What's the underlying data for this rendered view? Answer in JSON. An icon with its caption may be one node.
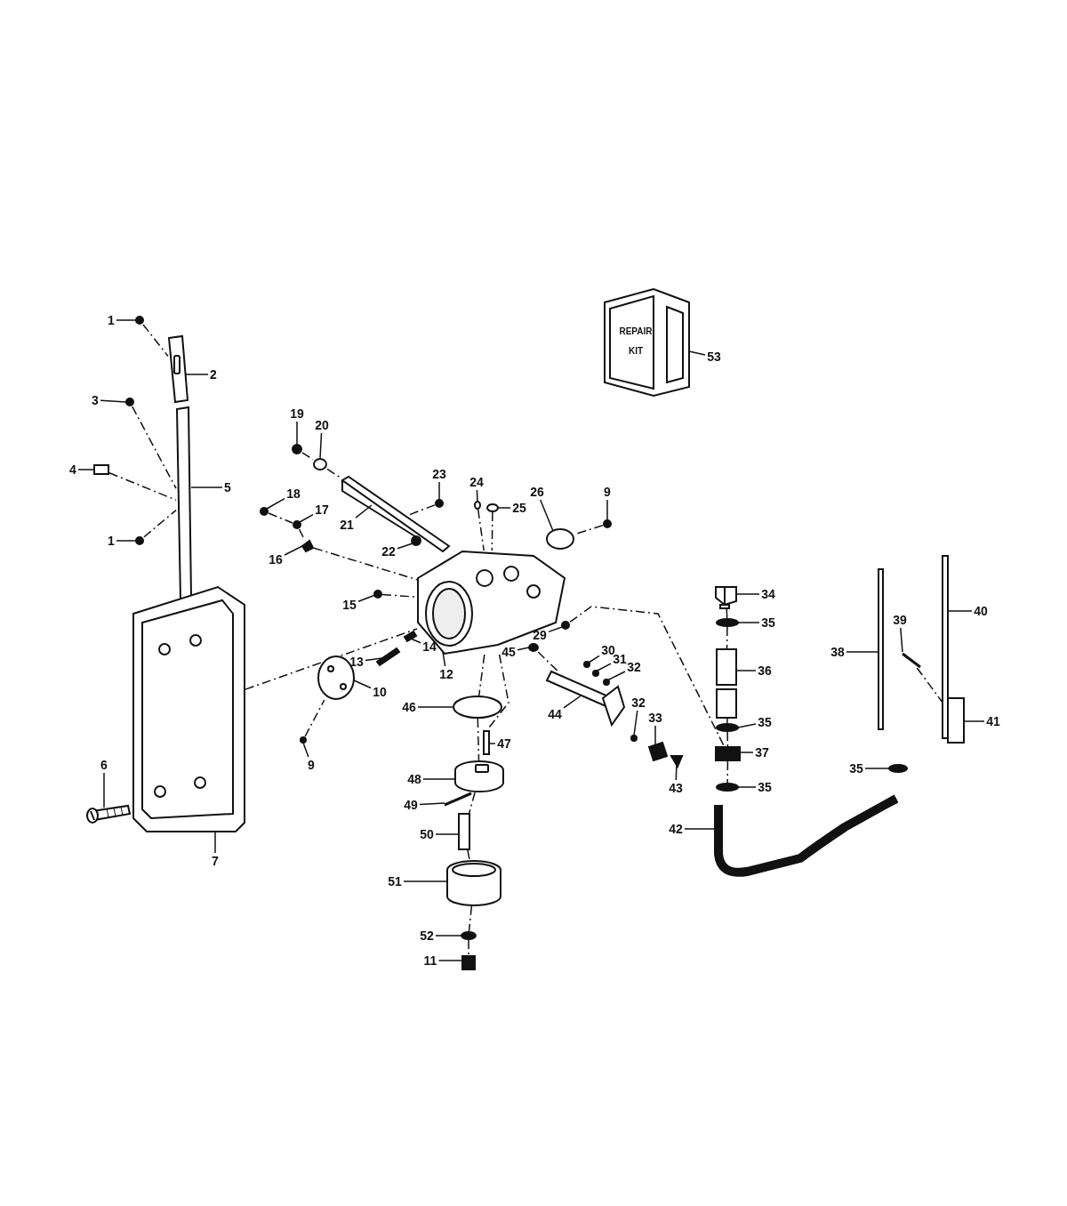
{
  "diagram": {
    "nodes": [
      {
        "text": [
          "1"
        ]
      },
      {
        "text": [
          "2"
        ]
      },
      {
        "text": [
          "3"
        ]
      },
      {
        "text": [
          "4"
        ]
      },
      {
        "text": [
          "5"
        ]
      },
      {
        "text": [
          "1"
        ]
      },
      {
        "text": [
          "19"
        ]
      },
      {
        "text": [
          "20"
        ]
      },
      {
        "text": [
          "23"
        ]
      },
      {
        "text": [
          "24"
        ]
      },
      {
        "text": [
          "25"
        ]
      },
      {
        "text": [
          "26"
        ]
      },
      {
        "text": [
          "9"
        ]
      },
      {
        "text": [
          "18"
        ]
      },
      {
        "text": [
          "17"
        ]
      },
      {
        "text": [
          "21"
        ]
      },
      {
        "text": [
          "16"
        ]
      },
      {
        "text": [
          "22"
        ]
      },
      {
        "text": [
          "15"
        ]
      },
      {
        "text": [
          "29"
        ]
      },
      {
        "text": [
          "14"
        ]
      },
      {
        "text": [
          "30"
        ]
      },
      {
        "text": [
          "31"
        ]
      },
      {
        "text": [
          "32"
        ]
      },
      {
        "text": [
          "13"
        ]
      },
      {
        "text": [
          "12"
        ]
      },
      {
        "text": [
          "45"
        ]
      },
      {
        "text": [
          "10"
        ]
      },
      {
        "text": [
          "32"
        ]
      },
      {
        "text": [
          "33"
        ]
      },
      {
        "text": [
          "46"
        ]
      },
      {
        "text": [
          "44"
        ]
      },
      {
        "text": [
          "9"
        ]
      },
      {
        "text": [
          "47"
        ]
      },
      {
        "text": [
          "48"
        ]
      },
      {
        "text": [
          "6"
        ]
      },
      {
        "text": [
          "49"
        ]
      },
      {
        "text": [
          "50"
        ]
      },
      {
        "text": [
          "7"
        ]
      },
      {
        "text": [
          "51"
        ]
      },
      {
        "text": [
          "52"
        ]
      },
      {
        "text": [
          "11"
        ]
      },
      {
        "text": [
          "53"
        ]
      },
      {
        "text": [
          "34"
        ]
      },
      {
        "text": [
          "35"
        ]
      },
      {
        "text": [
          "36"
        ]
      },
      {
        "text": [
          "35"
        ]
      },
      {
        "text": [
          "37"
        ]
      },
      {
        "text": [
          "35"
        ]
      },
      {
        "text": [
          "43"
        ]
      },
      {
        "text": [
          "38"
        ]
      },
      {
        "text": [
          "39"
        ]
      },
      {
        "text": [
          "40"
        ]
      },
      {
        "text": [
          "41"
        ]
      },
      {
        "text": [
          "35"
        ]
      },
      {
        "text": [
          "42"
        ]
      },
      {
        "text": [],
        "shape": "circle"
      },
      {
        "text": [],
        "shape": "picture"
      },
      {
        "text": [],
        "shape": "circle"
      },
      {
        "text": [],
        "shape": "box"
      },
      {
        "text": [],
        "shape": "picture"
      },
      {
        "text": [],
        "shape": "circle"
      },
      {
        "text": [],
        "shape": "circle"
      },
      {
        "text": [],
        "shape": "circle"
      },
      {
        "text": [],
        "shape": "circle"
      },
      {
        "text": [],
        "shape": "circle"
      },
      {
        "text": [],
        "shape": "circle"
      },
      {
        "text": [],
        "shape": "circle"
      },
      {
        "text": [],
        "shape": "circle"
      },
      {
        "text": [],
        "shape": "circle"
      },
      {
        "text": [],
        "shape": "circle"
      },
      {
        "text": [],
        "shape": "picture"
      },
      {
        "text": [],
        "shape": "picture"
      },
      {
        "text": [],
        "shape": "circle"
      },
      {
        "text": [],
        "shape": "circle"
      },
      {
        "text": [],
        "shape": "circle"
      },
      {
        "text": [],
        "shape": "picture"
      },
      {
        "text": [],
        "shape": "circle"
      },
      {
        "text": [],
        "shape": "circle"
      },
      {
        "text": [],
        "shape": "circle"
      },
      {
        "text": [],
        "shape": "picture"
      },
      {
        "text": [],
        "shape": "picture"
      },
      {
        "text": [],
        "shape": "circle"
      },
      {
        "text": [],
        "shape": "picture"
      },
      {
        "text": [],
        "shape": "circle"
      },
      {
        "text": [],
        "shape": "picture"
      },
      {
        "text": [],
        "shape": "circle"
      },
      {
        "text": [],
        "shape": "picture"
      },
      {
        "text": [],
        "shape": "circle"
      },
      {
        "text": [],
        "shape": "box"
      },
      {
        "text": [],
        "shape": "picture"
      },
      {
        "text": [],
        "shape": "picture"
      },
      {
        "text": [],
        "shape": "picture"
      },
      {
        "text": [],
        "shape": "box"
      },
      {
        "text": [],
        "shape": "picture"
      },
      {
        "text": [],
        "shape": "picture"
      },
      {
        "text": [],
        "shape": "circle"
      },
      {
        "text": [],
        "shape": "box"
      },
      {
        "text": [
          "REPAIR KIT"
        ]
      },
      {
        "text": [],
        "shape": "picture"
      },
      {
        "text": [],
        "shape": "circle"
      },
      {
        "text": [],
        "shape": "picture"
      },
      {
        "text": [],
        "shape": "circle"
      },
      {
        "text": [],
        "shape": "picture"
      },
      {
        "text": [],
        "shape": "circle"
      },
      {
        "text": [],
        "shape": "picture"
      },
      {
        "text": [],
        "shape": "box"
      },
      {
        "text": [],
        "shape": "picture"
      },
      {
        "text": [],
        "shape": "picture"
      },
      {
        "text": [],
        "shape": "box"
      },
      {
        "text": [],
        "shape": "circle"
      },
      {
        "text": [],
        "shape": "picture"
      }
    ],
    "edges": [
      {
        "from": 0,
        "to": 56,
        "arrow": "none"
      },
      {
        "from": 1,
        "to": 57,
        "arrow": "none"
      },
      {
        "from": 2,
        "to": 58,
        "arrow": "none"
      },
      {
        "from": 3,
        "to": 59,
        "arrow": "none"
      },
      {
        "from": 4,
        "to": 60,
        "arrow": "none"
      },
      {
        "from": 5,
        "to": 61,
        "arrow": "none"
      },
      {
        "from": 6,
        "to": 62,
        "arrow": "none"
      },
      {
        "from": 7,
        "to": 63,
        "arrow": "none"
      },
      {
        "from": 8,
        "to": 64,
        "arrow": "none"
      },
      {
        "from": 9,
        "to": 65,
        "arrow": "none"
      },
      {
        "from": 10,
        "to": 66,
        "arrow": "none"
      },
      {
        "from": 11,
        "to": 67,
        "arrow": "none"
      },
      {
        "from": 12,
        "to": 68,
        "arrow": "none"
      },
      {
        "from": 13,
        "to": 69,
        "arrow": "none"
      },
      {
        "from": 14,
        "to": 70,
        "arrow": "none"
      },
      {
        "from": 15,
        "to": 71,
        "arrow": "none"
      },
      {
        "from": 16,
        "to": 72,
        "arrow": "none"
      },
      {
        "from": 17,
        "to": 73,
        "arrow": "none"
      },
      {
        "from": 18,
        "to": 74,
        "arrow": "none"
      },
      {
        "from": 19,
        "to": 75,
        "arrow": "none"
      },
      {
        "from": 20,
        "to": 76,
        "arrow": "none"
      },
      {
        "from": 21,
        "to": 77,
        "arrow": "none"
      },
      {
        "from": 22,
        "to": 78,
        "arrow": "none"
      },
      {
        "from": 23,
        "to": 79,
        "arrow": "none"
      },
      {
        "from": 24,
        "to": 80,
        "arrow": "none"
      },
      {
        "from": 25,
        "to": 81,
        "arrow": "none"
      },
      {
        "from": 26,
        "to": 82,
        "arrow": "none"
      },
      {
        "from": 27,
        "to": 83,
        "arrow": "none"
      },
      {
        "from": 28,
        "to": 84,
        "arrow": "none"
      },
      {
        "from": 29,
        "to": 85,
        "arrow": "none"
      },
      {
        "from": 30,
        "to": 86,
        "arrow": "none"
      },
      {
        "from": 31,
        "to": 87,
        "arrow": "none"
      },
      {
        "from": 32,
        "to": 88,
        "arrow": "none"
      },
      {
        "from": 33,
        "to": 89,
        "arrow": "none"
      },
      {
        "from": 34,
        "to": 90,
        "arrow": "none"
      },
      {
        "from": 35,
        "to": 91,
        "arrow": "none"
      },
      {
        "from": 36,
        "to": 92,
        "arrow": "none"
      },
      {
        "from": 37,
        "to": 93,
        "arrow": "none"
      },
      {
        "from": 38,
        "to": 94,
        "arrow": "none"
      },
      {
        "from": 39,
        "to": 95,
        "arrow": "none"
      },
      {
        "from": 40,
        "to": 96,
        "arrow": "none"
      },
      {
        "from": 41,
        "to": 97,
        "arrow": "none"
      },
      {
        "from": 42,
        "to": 98,
        "arrow": "none"
      },
      {
        "from": 43,
        "to": 99,
        "arrow": "none"
      },
      {
        "from": 44,
        "to": 100,
        "arrow": "none"
      },
      {
        "from": 45,
        "to": 101,
        "arrow": "none"
      },
      {
        "from": 46,
        "to": 102,
        "arrow": "none"
      },
      {
        "from": 47,
        "to": 103,
        "arrow": "none"
      },
      {
        "from": 48,
        "to": 104,
        "arrow": "none"
      },
      {
        "from": 49,
        "to": 105,
        "arrow": "none"
      },
      {
        "from": 50,
        "to": 106,
        "arrow": "none"
      },
      {
        "from": 51,
        "to": 107,
        "arrow": "none"
      },
      {
        "from": 52,
        "to": 108,
        "arrow": "none"
      },
      {
        "from": 53,
        "to": 109,
        "arrow": "none"
      },
      {
        "from": 54,
        "to": 110,
        "arrow": "none"
      },
      {
        "from": 55,
        "to": 111,
        "arrow": "none"
      },
      {
        "from": 56,
        "to": 57,
        "arrow": "none",
        "style": "dashed"
      },
      {
        "from": 58,
        "to": 60,
        "arrow": "none",
        "style": "dashed"
      },
      {
        "from": 59,
        "to": 60,
        "arrow": "none",
        "style": "dashed"
      },
      {
        "from": 61,
        "to": 60,
        "arrow": "none",
        "style": "dashed"
      },
      {
        "from": 69,
        "to": 70,
        "arrow": "none",
        "style": "dashed"
      },
      {
        "from": 70,
        "to": 72,
        "arrow": "none",
        "style": "dashed"
      },
      {
        "from": 72,
        "to": 81,
        "arrow": "none",
        "style": "dashed"
      },
      {
        "from": 62,
        "to": 63,
        "arrow": "none",
        "style": "dashed"
      },
      {
        "from": 63,
        "to": 71,
        "arrow": "none",
        "style": "dashed"
      },
      {
        "from": 64,
        "to": 71,
        "arrow": "none",
        "style": "dashed"
      },
      {
        "from": 74,
        "to": 81,
        "arrow": "none",
        "style": "dashed"
      },
      {
        "from": 65,
        "to": 81,
        "arrow": "none",
        "style": "dashed"
      },
      {
        "from": 66,
        "to": 81,
        "arrow": "none",
        "style": "dashed"
      },
      {
        "from": 68,
        "to": 67,
        "arrow": "none",
        "style": "dashed"
      },
      {
        "from": 75,
        "to": 103,
        "arrow": "none",
        "style": "dashed"
      },
      {
        "from": 94,
        "to": 81,
        "arrow": "none",
        "style": "dashed"
      },
      {
        "from": 88,
        "to": 83,
        "arrow": "none",
        "style": "dashed"
      },
      {
        "from": 81,
        "to": 86,
        "arrow": "none",
        "style": "dashed"
      },
      {
        "from": 86,
        "to": 90,
        "arrow": "none",
        "style": "dashed"
      },
      {
        "from": 90,
        "to": 93,
        "arrow": "none",
        "style": "dashed"
      },
      {
        "from": 93,
        "to": 95,
        "arrow": "none",
        "style": "dashed"
      },
      {
        "from": 95,
        "to": 96,
        "arrow": "none",
        "style": "dashed"
      },
      {
        "from": 96,
        "to": 97,
        "arrow": "none",
        "style": "dashed"
      },
      {
        "from": 81,
        "to": 89,
        "arrow": "none",
        "style": "dashed"
      },
      {
        "from": 82,
        "to": 87,
        "arrow": "none",
        "style": "dashed"
      },
      {
        "from": 99,
        "to": 100,
        "arrow": "none",
        "style": "dashed"
      },
      {
        "from": 100,
        "to": 101,
        "arrow": "none",
        "style": "dashed"
      },
      {
        "from": 101,
        "to": 102,
        "arrow": "none",
        "style": "dashed"
      },
      {
        "from": 102,
        "to": 103,
        "arrow": "none",
        "style": "dashed"
      },
      {
        "from": 103,
        "to": 104,
        "arrow": "none",
        "style": "dashed"
      },
      {
        "from": 107,
        "to": 109,
        "arrow": "none",
        "style": "dashed"
      }
    ]
  }
}
